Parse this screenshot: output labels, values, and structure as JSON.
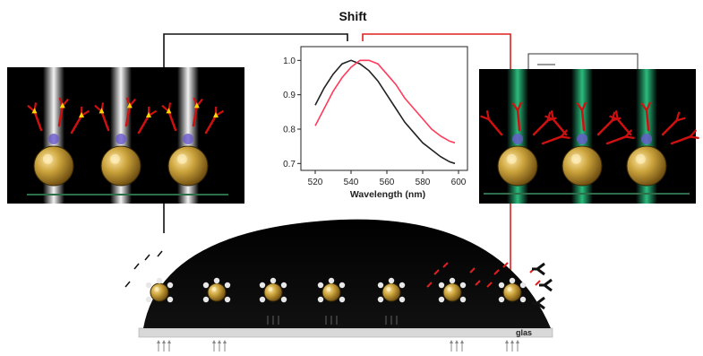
{
  "title": "Shift",
  "chart_data": {
    "type": "line",
    "xlabel": "Wavelength (nm)",
    "ylabel": "",
    "xlim": [
      512,
      605
    ],
    "ylim": [
      0.68,
      1.04
    ],
    "xticks": [
      520,
      540,
      560,
      580,
      600
    ],
    "yticks": [
      0.7,
      0.8,
      0.9,
      1.0
    ],
    "ytick_labels": [
      "0.7",
      "0.8",
      "0.9",
      "1.0"
    ],
    "grid": false,
    "series": [
      {
        "color": "#222222",
        "points": [
          [
            520,
            0.87
          ],
          [
            525,
            0.92
          ],
          [
            530,
            0.96
          ],
          [
            535,
            0.99
          ],
          [
            540,
            1.0
          ],
          [
            545,
            0.99
          ],
          [
            550,
            0.97
          ],
          [
            555,
            0.94
          ],
          [
            560,
            0.9
          ],
          [
            565,
            0.86
          ],
          [
            570,
            0.82
          ],
          [
            575,
            0.79
          ],
          [
            580,
            0.76
          ],
          [
            585,
            0.74
          ],
          [
            590,
            0.72
          ],
          [
            595,
            0.705
          ],
          [
            598,
            0.7
          ]
        ]
      },
      {
        "color": "#ff3b5c",
        "points": [
          [
            520,
            0.81
          ],
          [
            525,
            0.86
          ],
          [
            530,
            0.91
          ],
          [
            535,
            0.95
          ],
          [
            540,
            0.98
          ],
          [
            545,
            1.0
          ],
          [
            550,
            1.0
          ],
          [
            555,
            0.99
          ],
          [
            560,
            0.96
          ],
          [
            565,
            0.93
          ],
          [
            570,
            0.89
          ],
          [
            575,
            0.86
          ],
          [
            580,
            0.83
          ],
          [
            585,
            0.8
          ],
          [
            590,
            0.78
          ],
          [
            595,
            0.765
          ],
          [
            598,
            0.76
          ]
        ]
      }
    ]
  },
  "colors": {
    "left_arrow": "#111111",
    "right_arrow": "#e02020",
    "left_panel_beam": "#ffffff",
    "right_panel_beam": "#2fd08a",
    "gold": "#c9a13a",
    "antibody_red": "#d01010",
    "tag_yellow": "#ffd400",
    "dome": "#000000",
    "substrate": "#d8d8d8"
  },
  "left_panel": {
    "particle_count": 3
  },
  "right_panel": {
    "particle_count": 3
  },
  "substrate_label": "glas"
}
